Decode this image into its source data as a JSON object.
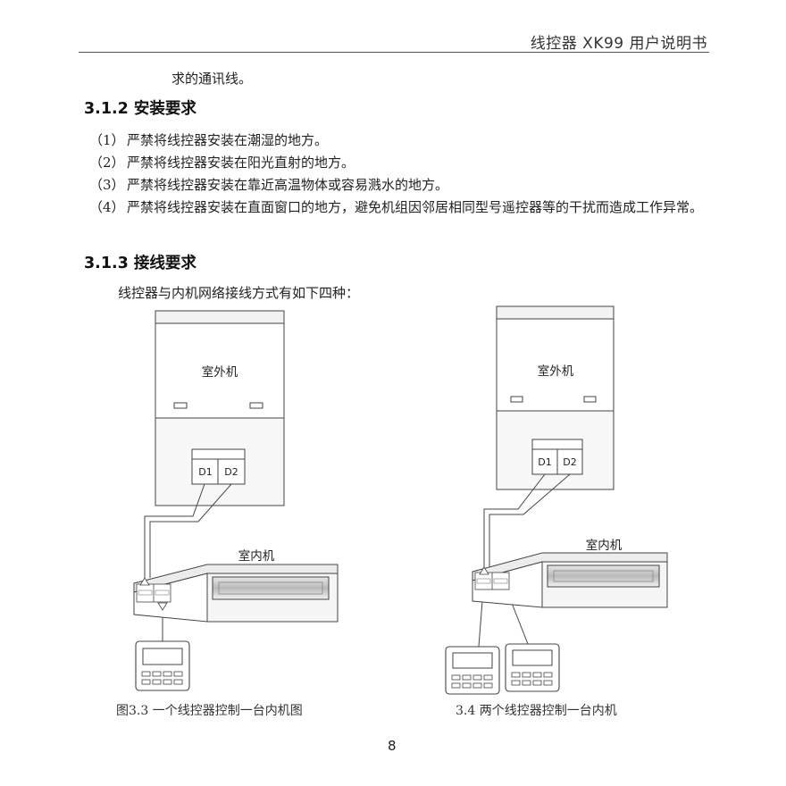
{
  "header": {
    "title": "线控器 XK99 用户说明书"
  },
  "intro_fragment": "求的通讯线。",
  "section_312": {
    "heading": "3.1.2  安装要求",
    "items": [
      {
        "num": "（1）",
        "text": "严禁将线控器安装在潮湿的地方。"
      },
      {
        "num": "（2）",
        "text": "严禁将线控器安装在阳光直射的地方。"
      },
      {
        "num": "（3）",
        "text": "严禁将线控器安装在靠近高温物体或容易溅水的地方。"
      },
      {
        "num": "（4）",
        "text": "严禁将线控器安装在直面窗口的地方，避免机组因邻居相同型号遥控器等的干扰而造成工作异常。"
      }
    ]
  },
  "section_313": {
    "heading": "3.1.3  接线要求",
    "intro": "线控器与内机网络接线方式有如下四种："
  },
  "figure_left": {
    "outdoor_label": "室外机",
    "indoor_label": "室内机",
    "terminal_d1": "D1",
    "terminal_d2": "D2",
    "caption": "图3.3  一个线控器控制一台内机图"
  },
  "figure_right": {
    "outdoor_label": "室外机",
    "indoor_label": "室内机",
    "terminal_d1": "D1",
    "terminal_d2": "D2",
    "caption": "3.4  两个线控器控制一台内机"
  },
  "page_number": "8"
}
